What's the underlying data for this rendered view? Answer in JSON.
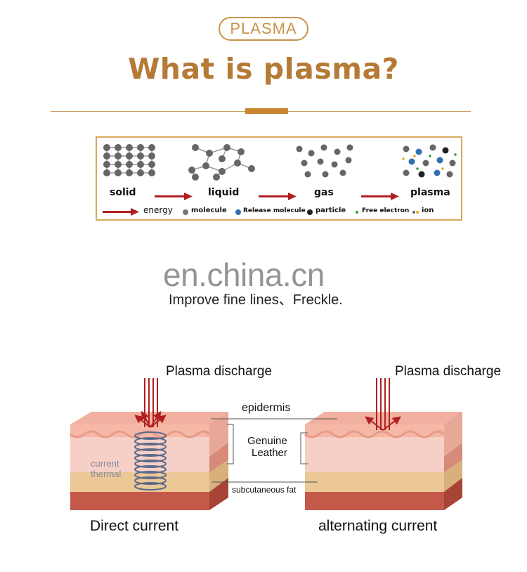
{
  "header": {
    "badge": "PLASMA",
    "headline": "What is plasma?"
  },
  "states": {
    "labels": [
      "solid",
      "liquid",
      "gas",
      "plasma"
    ],
    "legend": {
      "energy": "energy",
      "molecule": "molecule",
      "release_molecule": "Release molecule",
      "particle": "particle",
      "free_electron": "Free electron",
      "ion": "ion"
    }
  },
  "watermark": "en.china.cn",
  "caption": "Improve fine lines、Freckle.",
  "diagram": {
    "left_discharge": "Plasma discharge",
    "right_discharge": "Plasma discharge",
    "epidermis": "epidermis",
    "genuine_leather": [
      "Genuine",
      "Leather"
    ],
    "current_thermal": [
      "current",
      "thermal"
    ],
    "subcutaneous_fat": "subcutaneous fat",
    "left_caption": "Direct current",
    "right_caption": "alternating current"
  },
  "colors": {
    "gold": "#c8934a",
    "arrow_red": "#b02020",
    "skin_top": "#f0b8a8",
    "skin_mid": "#f5d0c8",
    "fat": "#e9c79a",
    "muscle": "#c0584a"
  }
}
